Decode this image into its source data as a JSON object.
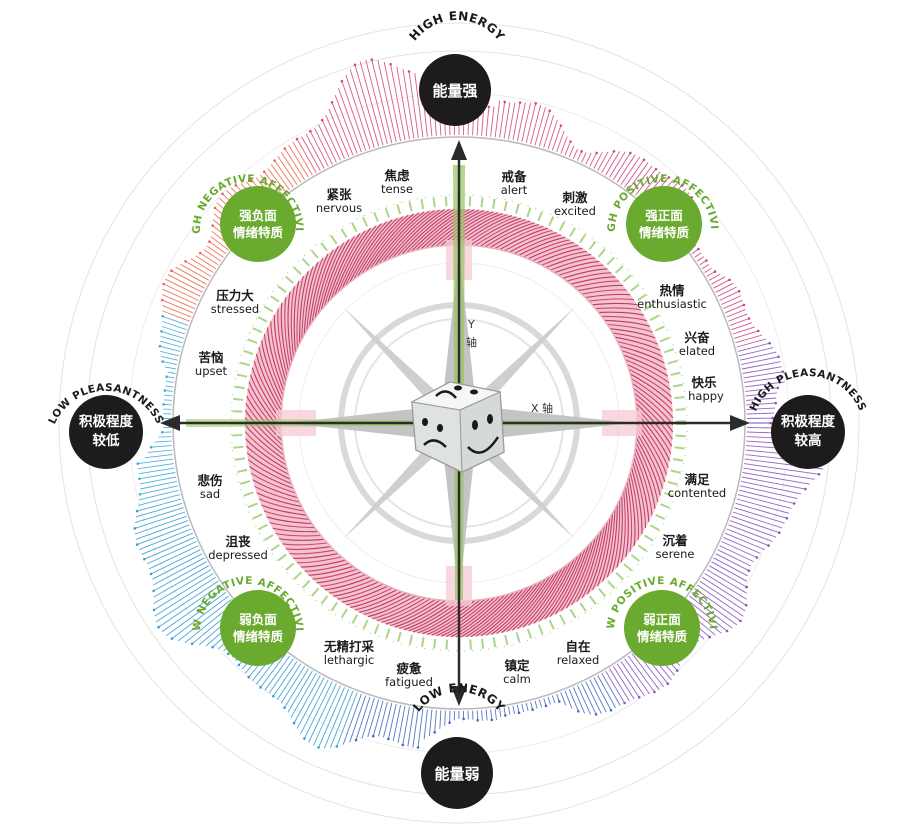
{
  "poles": [
    {
      "id": "top",
      "title_en": "HIGH ENERGY",
      "title_cn": "能量强"
    },
    {
      "id": "bottom",
      "title_en": "LOW ENERGY",
      "title_cn": "能量弱"
    },
    {
      "id": "left",
      "title_en": "LOW PLEASANTNESS",
      "title_cn_line1": "积极程度",
      "title_cn_line2": "较低"
    },
    {
      "id": "right",
      "title_en": "HIGH PLEASANTNESS",
      "title_cn_line1": "积极程度",
      "title_cn_line2": "较高"
    }
  ],
  "quadrants": [
    {
      "id": "high-negative",
      "title_en": "HIGH NEGATIVE AFFECTIVITY",
      "line1": "强负面",
      "line2": "情绪特质"
    },
    {
      "id": "high-positive",
      "title_en": "HIGH POSITIVE AFFECTIVITY",
      "line1": "强正面",
      "line2": "情绪特质"
    },
    {
      "id": "low-negative",
      "title_en": "LOW NEGATIVE AFFECTIVITY",
      "line1": "弱负面",
      "line2": "情绪特质"
    },
    {
      "id": "low-positive",
      "title_en": "LOW POSITIVE AFFECTIVITY",
      "line1": "弱正面",
      "line2": "情绪特质"
    }
  ],
  "emotions": [
    {
      "cn": "焦虑",
      "en": "tense"
    },
    {
      "cn": "紧张",
      "en": "nervous"
    },
    {
      "cn": "戒备",
      "en": "alert"
    },
    {
      "cn": "刺激",
      "en": "excited"
    },
    {
      "cn": "压力大",
      "en": "stressed"
    },
    {
      "cn": "热情",
      "en": "enthusiastic"
    },
    {
      "cn": "苦恼",
      "en": "upset"
    },
    {
      "cn": "兴奋",
      "en": "elated"
    },
    {
      "cn": "快乐",
      "en": "happy"
    },
    {
      "cn": "悲伤",
      "en": "sad"
    },
    {
      "cn": "满足",
      "en": "contented"
    },
    {
      "cn": "沮丧",
      "en": "depressed"
    },
    {
      "cn": "沉着",
      "en": "serene"
    },
    {
      "cn": "无精打采",
      "en": "lethargic"
    },
    {
      "cn": "疲惫",
      "en": "fatigued"
    },
    {
      "cn": "镇定",
      "en": "calm"
    },
    {
      "cn": "自在",
      "en": "relaxed"
    }
  ],
  "axes": {
    "y_label": "Y\n轴",
    "x_label": "X 轴"
  },
  "colors": {
    "pole_bg": "#1d1b1c",
    "affect_green": "#6aaa2e",
    "ring_red": "#d22d55",
    "wave_top": "#d0316a",
    "wave_left": "#e8543a",
    "wave_bottom_left": "#1f8fd0",
    "wave_bottom": "#2c56b8",
    "wave_right": "#7b3fb5",
    "compass_grey": "#c8c8c8",
    "arrow_green": "#8fbf5a"
  },
  "center_icon": "emotion-dice-icon"
}
